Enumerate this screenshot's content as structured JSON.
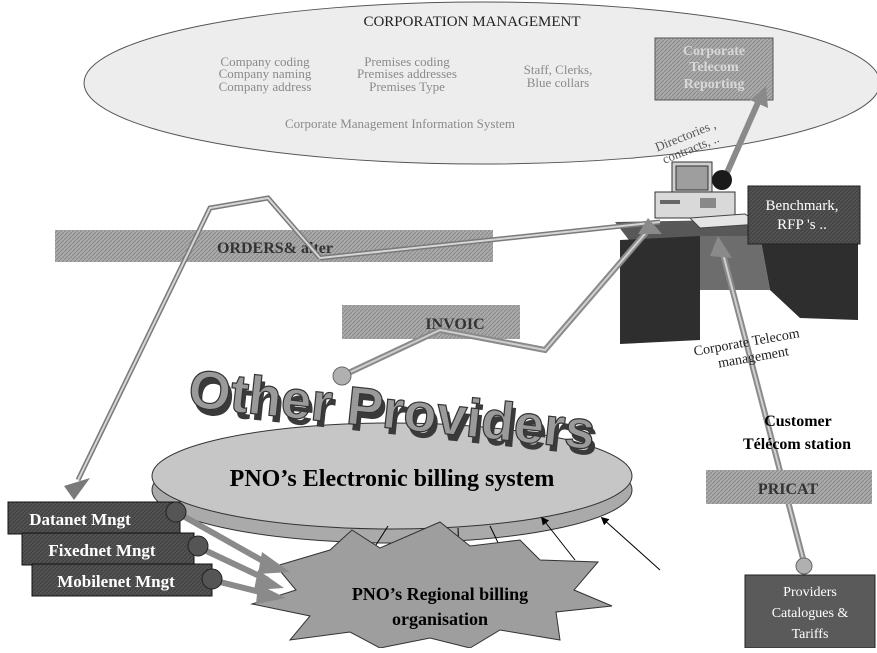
{
  "corporation": {
    "title": "CORPORATION MANAGEMENT",
    "company_lines": [
      "Company coding",
      "Company naming",
      "Company address"
    ],
    "premises_lines": [
      "Premises coding",
      "Premises addresses",
      "Premises Type"
    ],
    "staff_lines": [
      "Staff, Clerks,",
      "Blue collars"
    ],
    "reporting_lines": [
      "Corporate",
      "Telecom",
      "Reporting"
    ],
    "mis_label": "Corporate Management Information System"
  },
  "directories_lines": [
    "Directories ,",
    "contracts, .."
  ],
  "benchmark_lines": [
    "Benchmark,",
    "RFP 's .."
  ],
  "orders_label": "ORDERS& alter",
  "invoic_label": "INVOIC",
  "corp_telecom_lines": [
    "Corporate Telecom",
    "management"
  ],
  "customer_station_lines": [
    "Customer",
    "Télécom station"
  ],
  "pricat_label": "PRICAT",
  "other_providers": "Other Providers",
  "billing_system": "PNO’s Electronic billing system",
  "mgmt": {
    "datanet": "Datanet Mngt",
    "fixednet": "Fixednet Mngt",
    "mobilenet": "Mobilenet Mngt"
  },
  "regional_lines": [
    "PNO’s Regional billing",
    "organisation"
  ],
  "providers_catalogue_lines": [
    "Providers",
    "Catalogues &",
    "Tariffs"
  ],
  "colors": {
    "ellipse_fill": "#ececec",
    "hatched_box": "#a6a6a6",
    "dark_box": "#4a4a4a",
    "disc_fill": "#c9c9c9",
    "arrow_fill": "#9a9a9a",
    "desk": "#3a3a3a"
  }
}
